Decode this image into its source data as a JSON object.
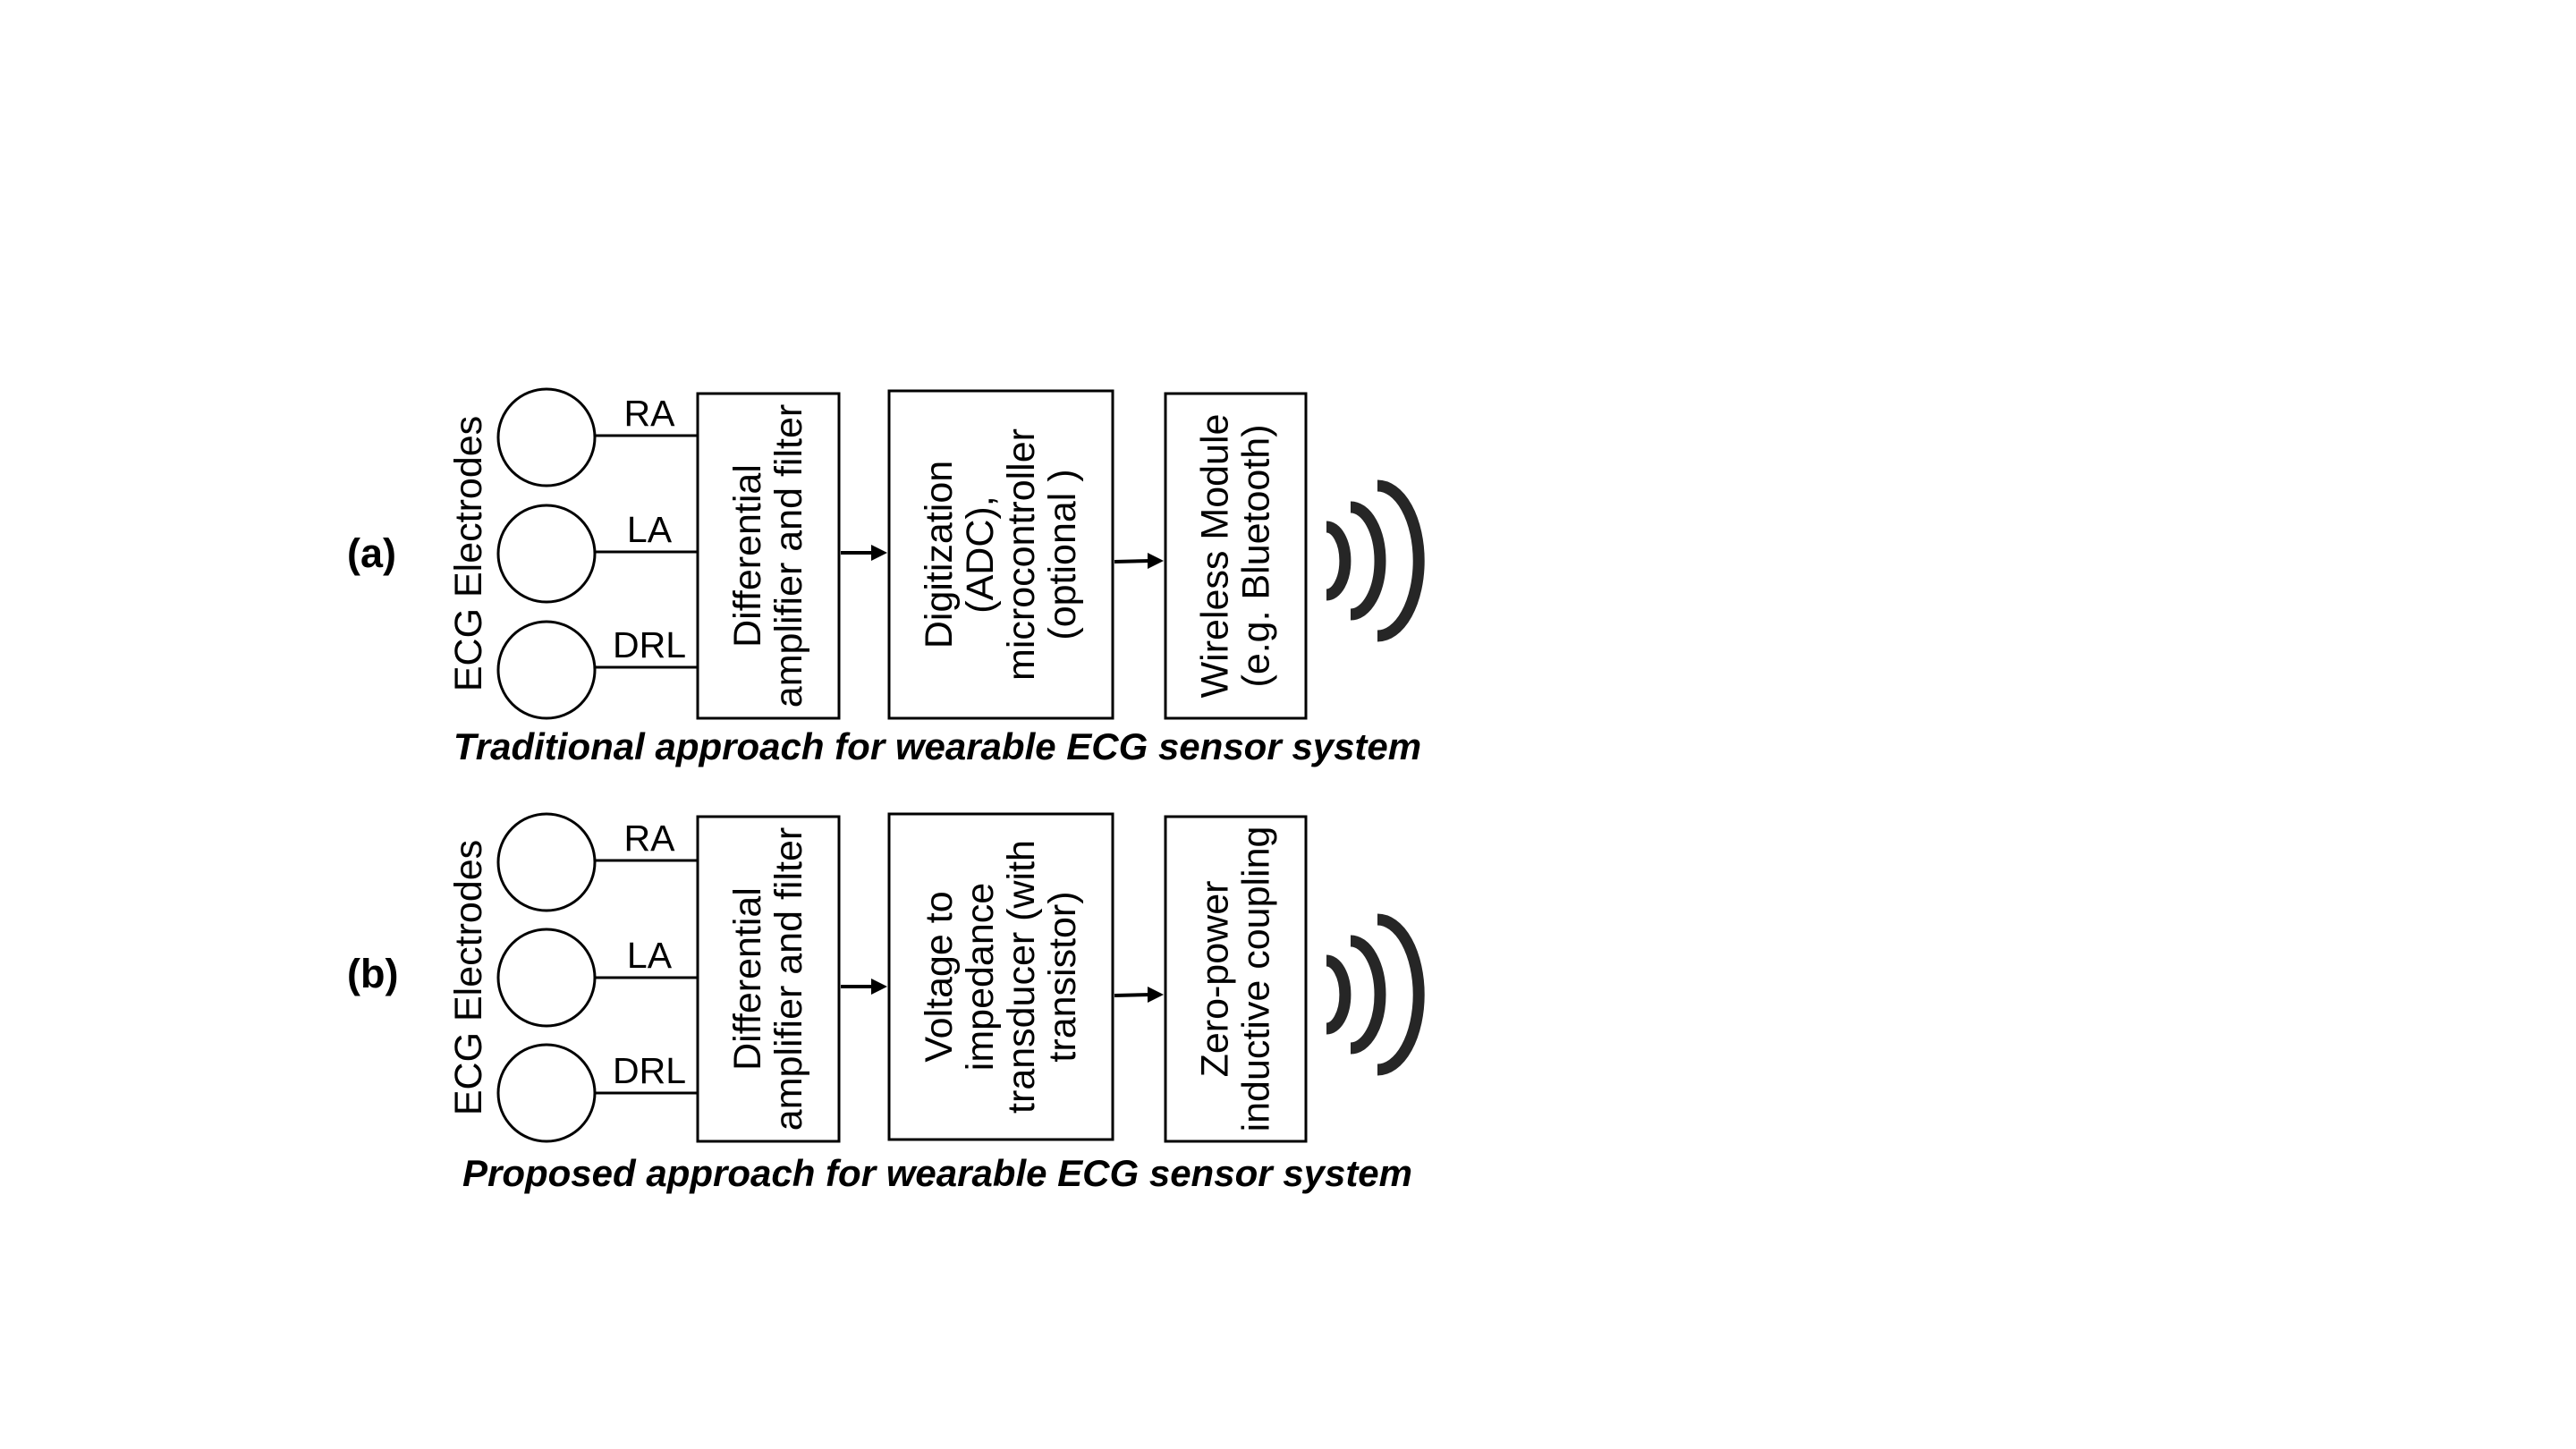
{
  "panels": [
    {
      "id": "a",
      "label": "(a)",
      "electrodes_label": "ECG Electrodes",
      "electrodes": [
        "RA",
        "LA",
        "DRL"
      ],
      "blocks": [
        {
          "lines": [
            "Differential",
            "amplifier and filter"
          ]
        },
        {
          "lines": [
            "Digitization",
            "(ADC),",
            "microcontroller",
            "(optional )"
          ]
        },
        {
          "lines": [
            "Wireless Module",
            "(e.g. Bluetooth)"
          ]
        }
      ],
      "caption": "Traditional approach for wearable ECG sensor system",
      "wireless_icon": "wireless-signal-icon"
    },
    {
      "id": "b",
      "label": "(b)",
      "electrodes_label": "ECG Electrodes",
      "electrodes": [
        "RA",
        "LA",
        "DRL"
      ],
      "blocks": [
        {
          "lines": [
            "Differential",
            "amplifier and filter"
          ]
        },
        {
          "lines": [
            "Voltage to",
            "impedance",
            "transducer (with",
            "transistor)"
          ]
        },
        {
          "lines": [
            "Zero-power",
            "inductive coupling"
          ]
        }
      ],
      "caption": "Proposed approach for wearable ECG sensor system",
      "wireless_icon": "wireless-signal-icon"
    }
  ]
}
